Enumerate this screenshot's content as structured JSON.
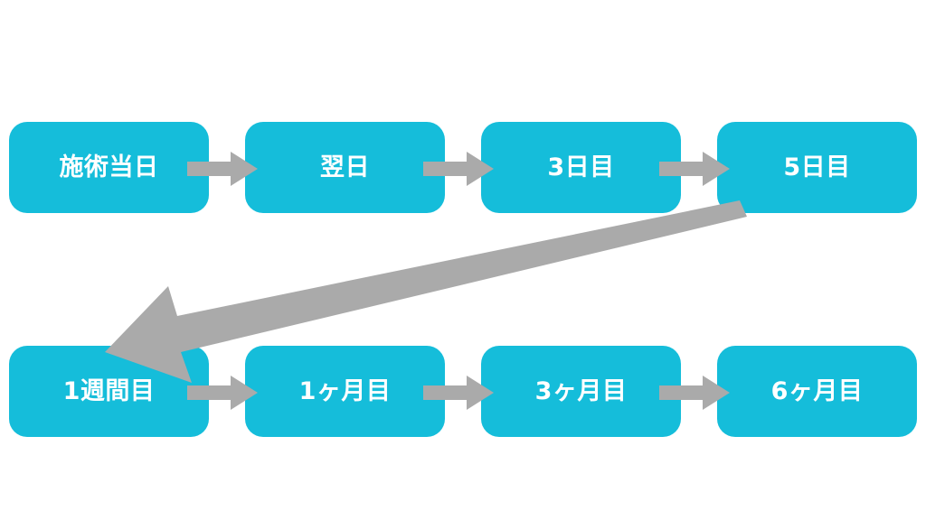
{
  "diagram": {
    "type": "timeline-flow",
    "title": "",
    "background_color": "#ffffff",
    "node_color": "#15bdda",
    "node_text_color": "#ffffff",
    "arrow_color": "#aaaaaa",
    "rows": [
      {
        "row_name": "top-row",
        "nodes": [
          {
            "id": "node-1",
            "label": "施術当日"
          },
          {
            "id": "node-2",
            "label": "翌日"
          },
          {
            "id": "node-3",
            "label": "3日目"
          },
          {
            "id": "node-4",
            "label": "5日目"
          }
        ]
      },
      {
        "row_name": "bottom-row",
        "nodes": [
          {
            "id": "node-5",
            "label": "1週間目"
          },
          {
            "id": "node-6",
            "label": "1ヶ月目"
          },
          {
            "id": "node-7",
            "label": "3ヶ月目"
          },
          {
            "id": "node-8",
            "label": "6ヶ月目"
          }
        ]
      }
    ],
    "connectors": [
      {
        "id": "connector-1-2",
        "from": "施術当日",
        "to": "翌日",
        "direction": "right"
      },
      {
        "id": "connector-2-3",
        "from": "翌日",
        "to": "3日目",
        "direction": "right"
      },
      {
        "id": "connector-3-4",
        "from": "3日目",
        "to": "5日目",
        "direction": "right"
      },
      {
        "id": "connector-5-6",
        "from": "1週間目",
        "to": "1ヶ月目",
        "direction": "right"
      },
      {
        "id": "connector-6-7",
        "from": "1ヶ月目",
        "to": "3ヶ月目",
        "direction": "right"
      },
      {
        "id": "connector-7-8",
        "from": "3ヶ月目",
        "to": "6ヶ月目",
        "direction": "right"
      },
      {
        "id": "connector-wrap",
        "from": "5日目",
        "to": "1週間目",
        "direction": "diagonal-down-left"
      }
    ]
  }
}
